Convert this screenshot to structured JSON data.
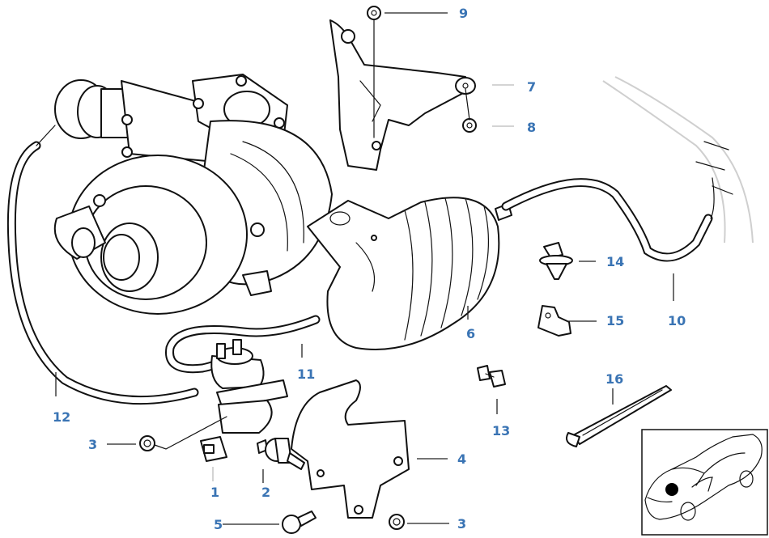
{
  "diagram": {
    "title": "Turbocharger vacuum control parts diagram",
    "callouts": [
      {
        "id": "c1",
        "label": "1"
      },
      {
        "id": "c2",
        "label": "2"
      },
      {
        "id": "c3a",
        "label": "3"
      },
      {
        "id": "c3b",
        "label": "3"
      },
      {
        "id": "c4",
        "label": "4"
      },
      {
        "id": "c5",
        "label": "5"
      },
      {
        "id": "c6",
        "label": "6"
      },
      {
        "id": "c7",
        "label": "7"
      },
      {
        "id": "c8",
        "label": "8"
      },
      {
        "id": "c9",
        "label": "9"
      },
      {
        "id": "c10",
        "label": "10"
      },
      {
        "id": "c11",
        "label": "11"
      },
      {
        "id": "c12",
        "label": "12"
      },
      {
        "id": "c13",
        "label": "13"
      },
      {
        "id": "c14",
        "label": "14"
      },
      {
        "id": "c15",
        "label": "15"
      },
      {
        "id": "c16",
        "label": "16"
      }
    ],
    "parts": {
      "turbocharger": "turbocharger",
      "solenoid_valve": "vacuum solenoid valve",
      "rubber_mount": "rubber mount",
      "nut": "hex nut",
      "bracket_lower": "bracket",
      "bolt": "hex bolt",
      "vacuum_reservoir": "vacuum reservoir",
      "washer": "washer",
      "bracket_upper": "holder bracket",
      "vacuum_hose": "vacuum hose",
      "clip_double": "hose clip",
      "expanding_rivet": "expanding rivet",
      "hose_clamp": "hose holder",
      "cable_tie": "cable tie"
    },
    "inset": {
      "description": "vehicle location inset",
      "marker_color": "#000000"
    },
    "colors": {
      "callout": "#3a74b4",
      "line": "#111111"
    }
  }
}
